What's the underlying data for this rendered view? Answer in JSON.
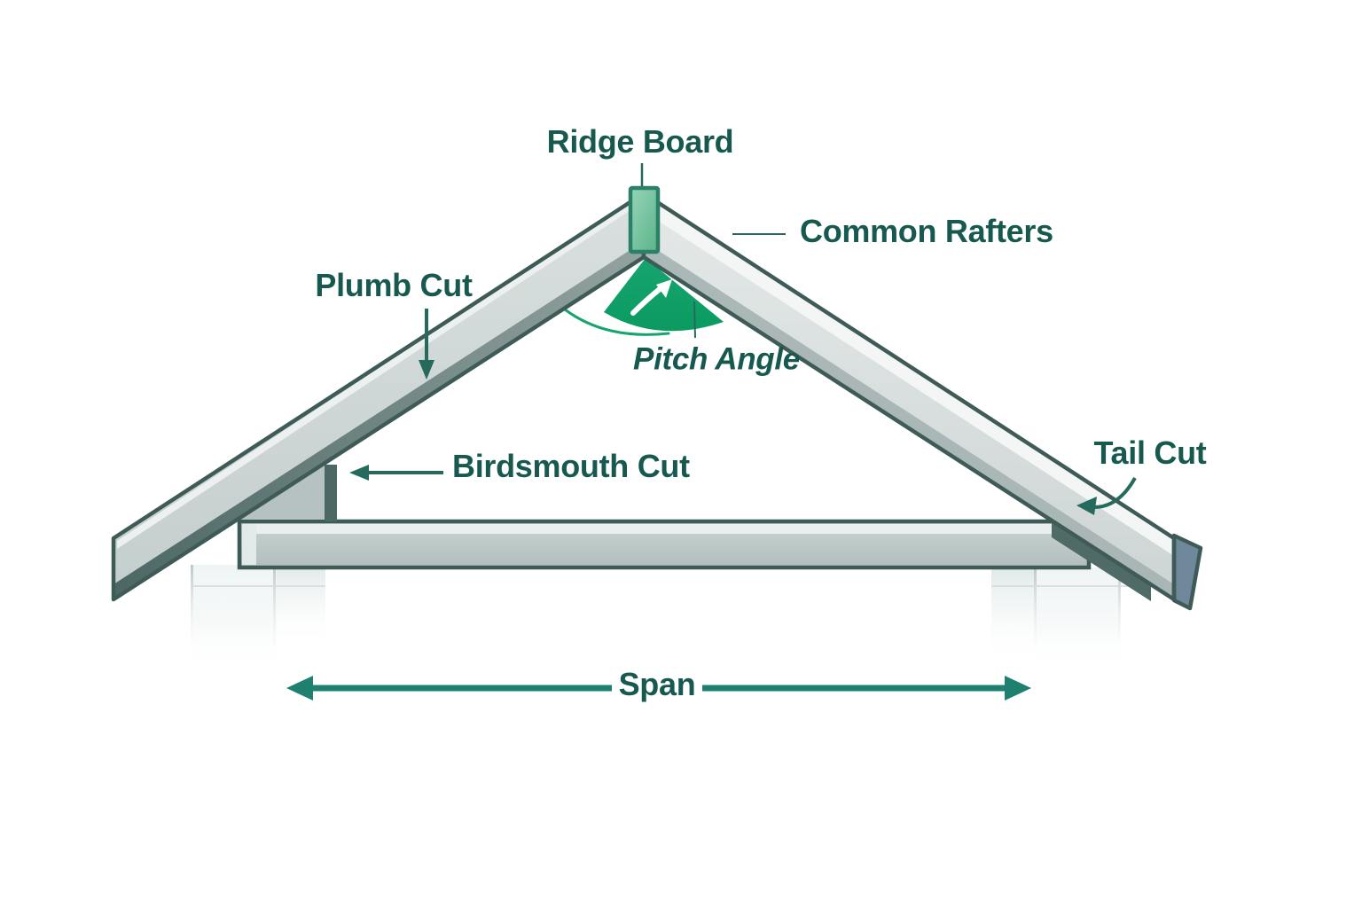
{
  "diagram": {
    "subject": "Roof rafter framing anatomy",
    "labels": {
      "ridge_board": "Ridge Board",
      "common_rafters": "Common Rafters",
      "plumb_cut": "Plumb Cut",
      "pitch_angle": "Pitch Angle",
      "birdsmouth_cut": "Birdsmouth Cut",
      "tail_cut": "Tail Cut",
      "span": "Span"
    },
    "colors": {
      "label_text": "#17594f",
      "annotation_arrow": "#266a5d",
      "span_arrow": "#1e8170",
      "accent_green": "#16a56f",
      "accent_green_dark": "#0b9a60",
      "ridge_fill_light": "#96d5b8",
      "ridge_fill_dark": "#5ab389",
      "ridge_border": "#2b8067",
      "lumber_outline": "#3f5b58"
    }
  }
}
